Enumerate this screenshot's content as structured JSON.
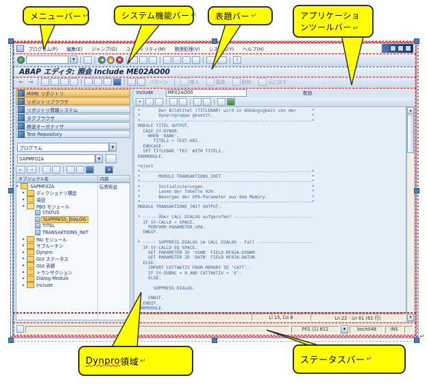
{
  "callouts": {
    "menu_bar": "メニューバー",
    "system_function_bar": "システム機能バー",
    "title_bar": "表題バー",
    "app_toolbar_l1": "アプリケーショ",
    "app_toolbar_l2": "ンツールバー",
    "dynpro_en": "Dynpro",
    "dynpro_ja": " 領域",
    "status_bar": "ステータスバー",
    "return_mark": "↵"
  },
  "window": {
    "menu_items": [
      "プログラム(P)",
      "編集(E)",
      "ジャンプ(G)",
      "ユーティリティ(M)",
      "関連処理(V)",
      "システム(Y)",
      "ヘルプ(H)"
    ],
    "title": "ABAP エディタ: 照会 Include ME02AO00",
    "command_value": ""
  },
  "app_toolbar": {
    "buttons": [
      "パターン",
      "挿入",
      "置換",
      "削除",
      "元に戻す"
    ]
  },
  "sidebar": {
    "nav_buttons": [
      {
        "label": "MIME リポジトリ",
        "cls": "hl"
      },
      {
        "label": "リポジトリブラウザ",
        "cls": "hl"
      },
      {
        "label": "リポジトリ情報システム",
        "cls": ""
      },
      {
        "label": "タグブラウザ",
        "cls": ""
      },
      {
        "label": "移送オーガナイザ",
        "cls": ""
      },
      {
        "label": "Test Repository",
        "cls": ""
      }
    ],
    "object_type_value": "プログラム",
    "object_name_value": "SAPMF02A",
    "tree_header_name": "オブジェクト名",
    "tree_header_desc": "内容",
    "tree": [
      {
        "label": "SAPMF02A",
        "desc": "伝票照会",
        "arrow": "▾",
        "cls": "lvl0",
        "icon": "folder"
      },
      {
        "label": "ディクショナリ構造",
        "arrow": "▸",
        "cls": "lvl1",
        "icon": "folder"
      },
      {
        "label": "項目",
        "arrow": "▸",
        "cls": "lvl1",
        "icon": "folder"
      },
      {
        "label": "PBO モジュール",
        "arrow": "▾",
        "cls": "lvl1",
        "icon": "folder-open"
      },
      {
        "label": "STATUS",
        "arrow": "·",
        "cls": "lvl2",
        "icon": "leaf"
      },
      {
        "label": "SUPPRESS_DIALOG",
        "arrow": "·",
        "cls": "lvl2 sel",
        "icon": "leaf"
      },
      {
        "label": "TITEL",
        "arrow": "·",
        "cls": "lvl2",
        "icon": "leaf"
      },
      {
        "label": "TRANSAKTIONS_INIT",
        "arrow": "·",
        "cls": "lvl2",
        "icon": "leaf"
      },
      {
        "label": "PAI モジュール",
        "arrow": "▸",
        "cls": "lvl1",
        "icon": "folder"
      },
      {
        "label": "サブルーチン",
        "arrow": "▸",
        "cls": "lvl1",
        "icon": "folder"
      },
      {
        "label": "Dynpro",
        "arrow": "▸",
        "cls": "lvl1",
        "icon": "folder"
      },
      {
        "label": "GUI ステータス",
        "arrow": "▸",
        "cls": "lvl1",
        "icon": "folder"
      },
      {
        "label": "GUI 表題",
        "arrow": "▸",
        "cls": "lvl1",
        "icon": "folder"
      },
      {
        "label": "トランザクション",
        "arrow": "▸",
        "cls": "lvl1",
        "icon": "folder"
      },
      {
        "label": "Dialog Module",
        "arrow": "▸",
        "cls": "lvl1",
        "icon": "folder"
      },
      {
        "label": "Include",
        "arrow": "▸",
        "cls": "lvl1",
        "icon": "folder"
      }
    ]
  },
  "editor": {
    "include_label": "Include",
    "include_value": "MF02AO00",
    "active_status": "有効",
    "cursor_info": "Li 15, Co 8",
    "range_info": "Ln 22 - Ln 61 (61 行)",
    "code_lines": [
      "*       Der Bildtitel (TITLEBAR) wird in Abhängigkeit von der      *",
      "*       Dynprogruppe gesetzt.                                      *",
      "*------------------------------------------------------------------*",
      "MODULE TITEL OUTPUT.",
      "  CASE SY-DYNGR.",
      "    WHEN 'BANK'.",
      "      TITEL1 = TEXT-002.",
      "  ENDCASE.",
      "  SET TITLEBAR 'T01' WITH TITEL1.",
      "ENDMODULE.",
      "",
      "*eject",
      "*------------------------------------------------------------------*",
      "*       MODULE TRANSAKTIONS_INIT                                   *",
      "*------------------------------------------------------------------*",
      "*       Initialisierungen.                                         *",
      "*       Lesen der Tabelle 020.                                     *",
      "*       Besorgen der GPA-Parameter aus dem Memory.                 *",
      "*------------------------------------------------------------------*",
      "MODULE TRANSAKTIONS_INIT OUTPUT.",
      "",
      "* ----- Über CALL DIALOG aufgerufen? ------------------------------",
      "  IF SY-CALLD = SPACE.",
      "    PERFORM PARAMETER_GPA.",
      "  ENDIF.",
      "",
      "* ----- SUPPRESS DIALOG im CALL DIALOG - Fall ---------------------",
      "  IF SY-CALLD EQ SPACE.",
      "    GET PARAMETER ID 'USNB' FIELD RF02A-USNAM.",
      "    GET PARAMETER ID 'DATB' FIELD RF02A-DATUM.",
      "  ELSE.",
      "    IMPORT CATTAKTIV FROM MEMORY ID 'CATT'.",
      "    IF SY-SUBRC = 0 AND CATTAKTIV = 'X'.",
      "    ELSE.",
      "",
      "      SUPPRESS DIALOG.",
      "",
      "    ENDIF.",
      "  ENDIF.",
      "ENDMODULE."
    ]
  },
  "status_bar": {
    "system": "P01 (1) 812",
    "server": "bsch048",
    "mode": "INS"
  },
  "icons": {
    "dropdown": "▼",
    "check": "✔",
    "back": "◀",
    "exit": "▲",
    "cancel": "✖",
    "left_arrow": "←",
    "right_arrow": "→",
    "close": "✕",
    "scroll_up": "▲",
    "scroll_down": "▼",
    "help": "?",
    "cut": "✕"
  }
}
